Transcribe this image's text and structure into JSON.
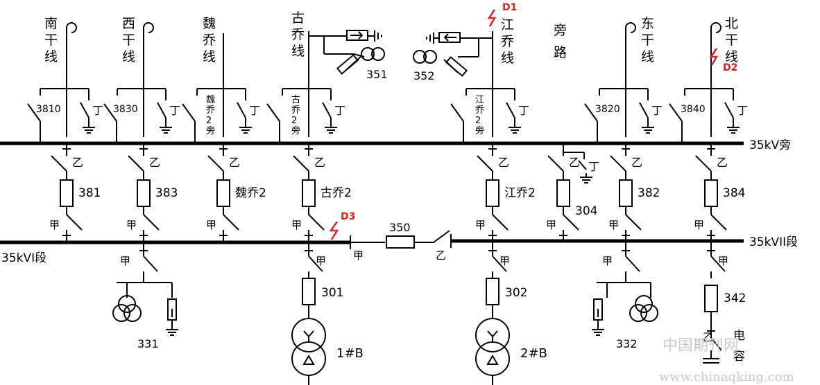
{
  "bays": [
    {
      "name": "南干线",
      "bypass": "3810",
      "breaker": "381",
      "jia": "甲",
      "yi": "乙",
      "ding": "丁"
    },
    {
      "name": "西干线",
      "bypass": "3830",
      "breaker": "383",
      "jia": "甲",
      "yi": "乙",
      "ding": "丁"
    },
    {
      "name": "魏乔线",
      "bypass": "魏乔2旁",
      "breaker": "魏乔2",
      "jia": "甲",
      "yi": "乙",
      "ding": "丁"
    },
    {
      "name": "古乔线",
      "bypass": "古乔2旁",
      "breaker": "古乔2",
      "jia": "甲",
      "yi": "乙",
      "ding": "丁"
    },
    {
      "name": "江乔线",
      "bypass": "江乔2旁",
      "breaker": "江乔2",
      "jia": "甲",
      "yi": "乙",
      "ding": "丁"
    },
    {
      "name": "旁路",
      "breaker": "304",
      "jia": "甲",
      "yi": "乙",
      "ding": "丁"
    },
    {
      "name": "东干线",
      "bypass": "3820",
      "breaker": "382",
      "jia": "甲",
      "yi": "乙",
      "ding": "丁"
    },
    {
      "name": "北干线",
      "bypass": "3840",
      "breaker": "384",
      "jia": "甲",
      "yi": "乙",
      "ding": "丁"
    }
  ],
  "buses": {
    "bypass_bus": "35kV旁",
    "bus1": "35kVI段",
    "bus2": "35kVII段"
  },
  "bus_tie": {
    "breaker": "350",
    "jia": "甲",
    "yi": "乙"
  },
  "lower_bays": [
    {
      "label": "331",
      "jia": "甲"
    },
    {
      "label": "301",
      "transformer": "1#B",
      "jia": "甲"
    },
    {
      "label": "302",
      "transformer": "2#B",
      "jia": "甲"
    },
    {
      "label": "332",
      "jia": "甲"
    },
    {
      "label": "342",
      "capacitor": "电容",
      "jia": "甲",
      "yi": "乙"
    }
  ],
  "pt_labels": {
    "left": "351",
    "right": "352"
  },
  "faults": [
    "D1",
    "D2",
    "D3"
  ],
  "watermark": {
    "cn": "中国期刊网",
    "url": "www.chinaqking.com"
  },
  "colors": {
    "line": "#000000",
    "fault": "#e32020",
    "watermark": "#c9c9c9"
  }
}
